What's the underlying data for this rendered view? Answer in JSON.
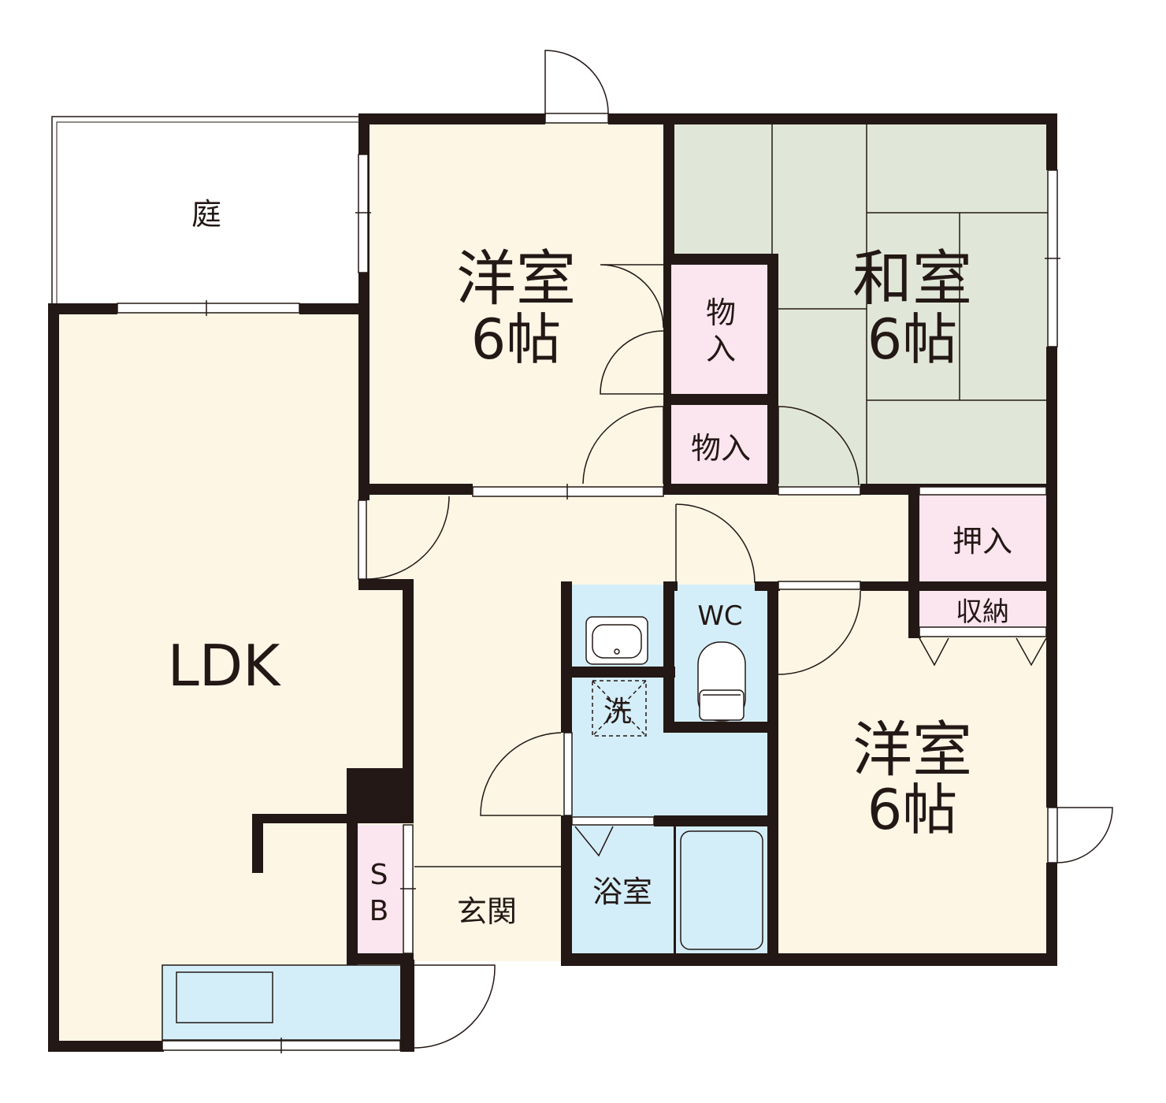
{
  "rooms": {
    "garden": "庭",
    "western_top": {
      "name": "洋室",
      "size": "6帖"
    },
    "japanese": {
      "name": "和室",
      "size": "6帖"
    },
    "closet_upper_line1": "物",
    "closet_upper_line2": "入",
    "closet_lower": "物入",
    "oshiire": "押入",
    "storage": "収納",
    "ldk": "LDK",
    "wc": "WC",
    "washer": "洗",
    "bath": "浴室",
    "western_right": {
      "name": "洋室",
      "size": "6帖"
    },
    "shoe_box_line1": "S",
    "shoe_box_line2": "B",
    "entrance": "玄関"
  },
  "colors": {
    "wall": "#231815",
    "western_floor": "#fdf6e5",
    "tatami": "#e1e7d8",
    "storage_pink": "#fbe5ef",
    "wet_area_blue": "#d4eef9",
    "garden": "#ffffff"
  }
}
